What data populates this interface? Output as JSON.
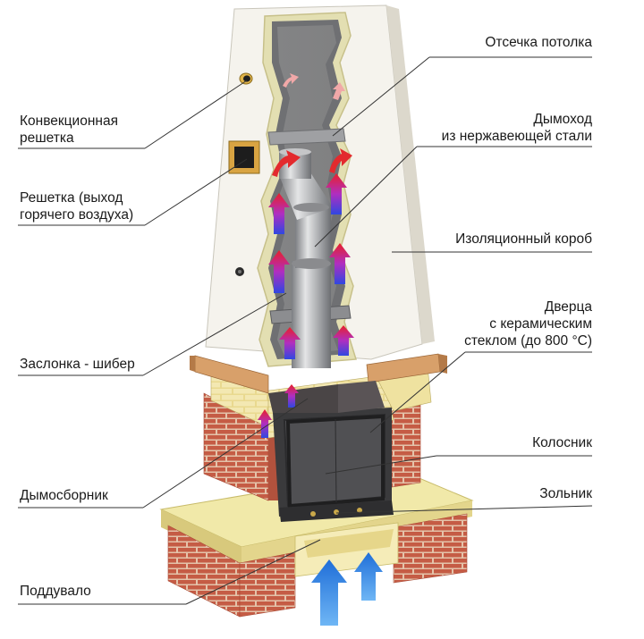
{
  "labels": {
    "ceiling_cutoff": "Отсечка потолка",
    "convection_grille_1": "Конвекционная",
    "convection_grille_2": "решетка",
    "chimney_1": "Дымоход",
    "chimney_2": "из нержавеющей стали",
    "hot_air_grille_1": "Решетка (выход",
    "hot_air_grille_2": "горячего воздуха)",
    "insulation_box": "Изоляционный короб",
    "door_1": "Дверца",
    "door_2": "с керамическим",
    "door_3": "стеклом (до 800 °С)",
    "damper": "Заслонка - шибер",
    "grate": "Колосник",
    "smoke_collector": "Дымосборник",
    "ash_pan": "Зольник",
    "air_intake": "Поддувало"
  },
  "colors": {
    "brick": "#c8604a",
    "brick_mortar": "#e8c9b0",
    "insulation": "#f3f1ea",
    "stone": "#efe6a8",
    "wood": "#d49a63",
    "steel": "#a9aaac",
    "cold_air": "#2f7be0",
    "hot_air": "#e0242c",
    "leader_line": "#333333"
  }
}
